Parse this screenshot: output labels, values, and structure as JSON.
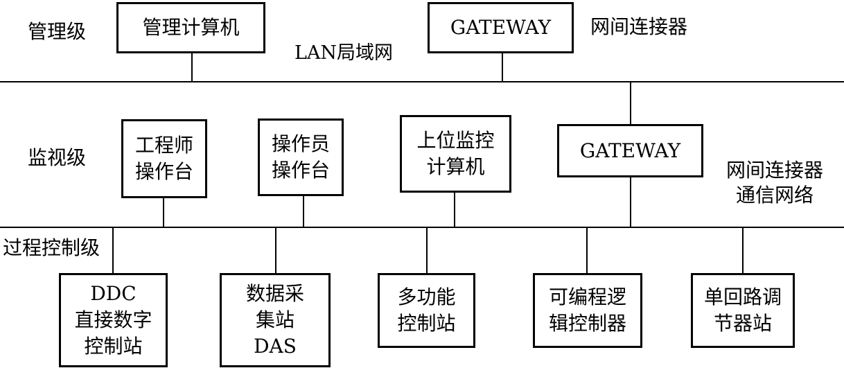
{
  "levels": {
    "management": "管理级",
    "monitoring": "监视级",
    "process_control": "过程控制级"
  },
  "top_row": {
    "management_computer": "管理计算机",
    "gateway": "GATEWAY",
    "gateway_label": "网间连接器",
    "lan_label": "LAN局域网"
  },
  "middle_row": {
    "engineer_station": [
      "工程师",
      "操作台"
    ],
    "operator_station": [
      "操作员",
      "操作台"
    ],
    "supervisory_computer": [
      "上位监控",
      "计算机"
    ],
    "gateway": "GATEWAY",
    "network_label": [
      "网间连接器",
      "通信网络"
    ]
  },
  "bottom_row": {
    "ddc_station": [
      "DDC",
      "直接数字",
      "控制站"
    ],
    "das_station": [
      "数据采",
      "集站",
      "DAS"
    ],
    "multi_function_station": [
      "多功能",
      "控制站"
    ],
    "plc_station": [
      "可编程逻",
      "辑控制器"
    ],
    "single_loop_station": [
      "单回路调",
      "节器站"
    ]
  }
}
